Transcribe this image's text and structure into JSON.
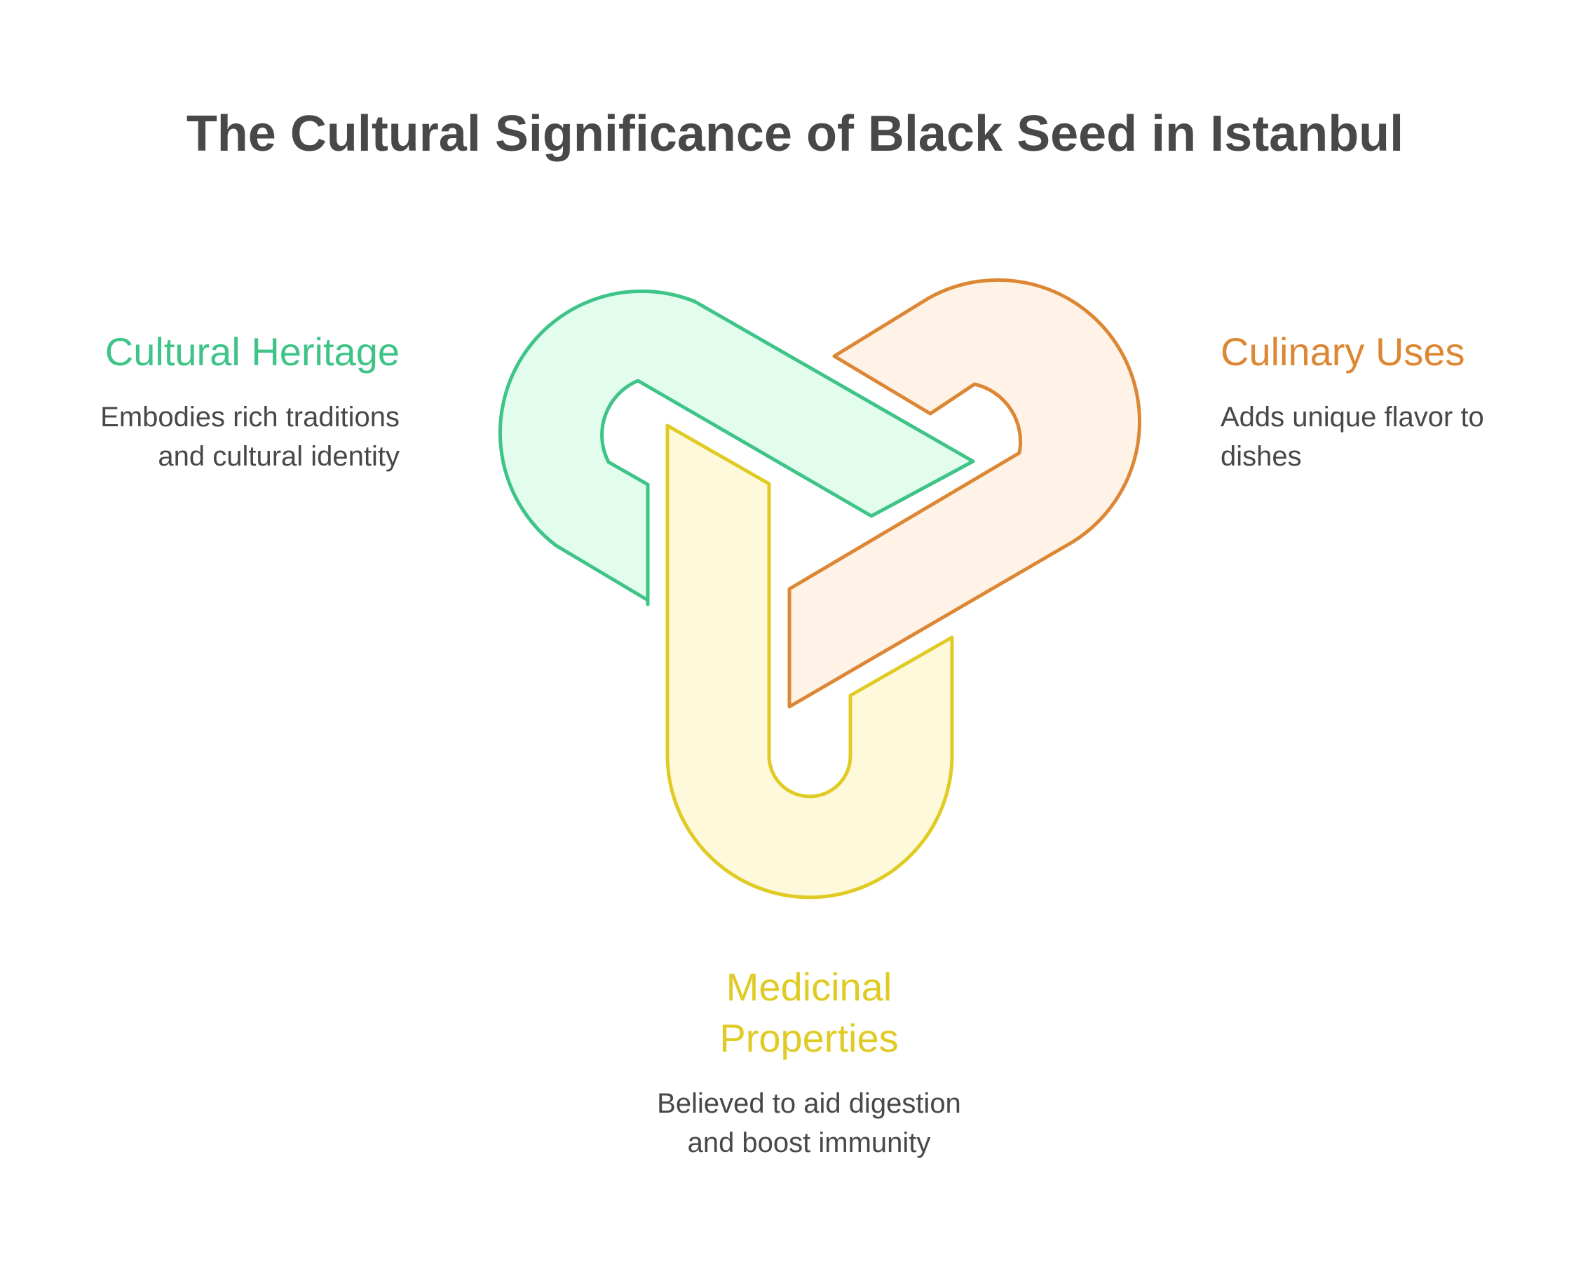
{
  "title": "The Cultural Significance of Black Seed in Istanbul",
  "sections": {
    "cultural_heritage": {
      "heading": "Cultural Heritage",
      "line1": "Embodies rich traditions",
      "line2": "and cultural identity",
      "color": "#3ec487"
    },
    "culinary_uses": {
      "heading": "Culinary Uses",
      "line1": "Adds unique flavor to",
      "line2": "dishes",
      "color": "#dc8733"
    },
    "medicinal_properties": {
      "heading_line1": "Medicinal",
      "heading_line2": "Properties",
      "line1": "Believed to aid digestion",
      "line2": "and boost immunity",
      "color": "#e0cb24"
    }
  },
  "colors": {
    "green_fill": "#e2fcee",
    "green_stroke": "#3ec487",
    "orange_fill": "#fff2e6",
    "orange_stroke": "#dc8733",
    "yellow_fill": "#fdf9da",
    "yellow_stroke": "#e0cb24",
    "title_text": "#484848",
    "body_text": "#484848"
  }
}
